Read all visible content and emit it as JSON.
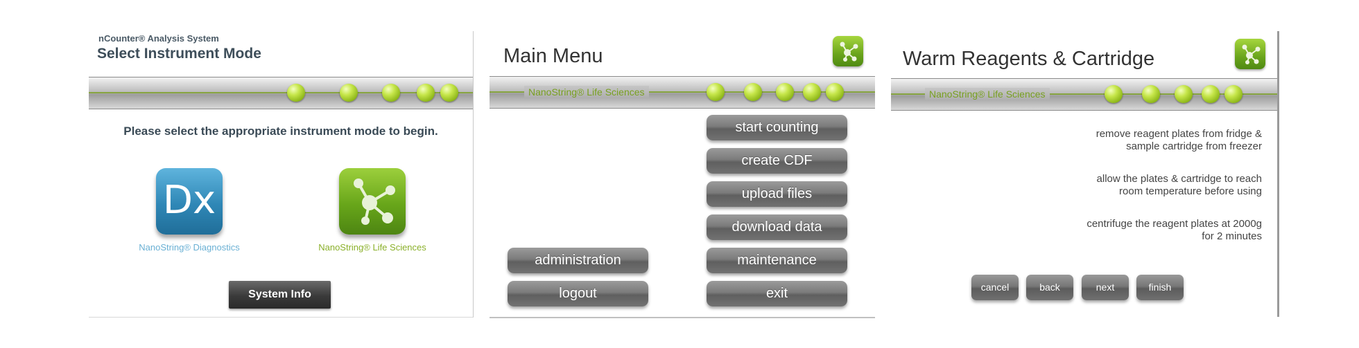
{
  "select_mode": {
    "subtitle": "nCounter® Analysis System",
    "title": "Select Instrument Mode",
    "instruction": "Please select the appropriate instrument mode to begin.",
    "dx_tile_text": "Dx",
    "dx_label": "NanoString® Diagnostics",
    "ls_label": "NanoString® Life Sciences",
    "system_info_label": "System Info"
  },
  "main_menu": {
    "title": "Main Menu",
    "brand": "NanoString® Life Sciences",
    "buttons": {
      "start_counting": "start counting",
      "create_cdf": "create CDF",
      "upload_files": "upload files",
      "download_data": "download data",
      "maintenance": "maintenance",
      "exit": "exit",
      "administration": "administration",
      "logout": "logout"
    }
  },
  "warm_reagents": {
    "title": "Warm Reagents & Cartridge",
    "brand": "NanoString® Life Sciences",
    "instructions": [
      {
        "line1": "remove reagent plates from fridge &",
        "line2": "sample cartridge from freezer"
      },
      {
        "line1": "allow the plates & cartridge to reach",
        "line2": "room temperature before using"
      },
      {
        "line1": "centrifuge the reagent plates at 2000g",
        "line2": "for 2 minutes"
      }
    ],
    "buttons": {
      "cancel": "cancel",
      "back": "back",
      "next": "next",
      "finish": "finish"
    }
  },
  "colors": {
    "accent_green": "#86b012",
    "dx_blue": "#2f87b6",
    "button_gray": "#6a6a6a"
  }
}
